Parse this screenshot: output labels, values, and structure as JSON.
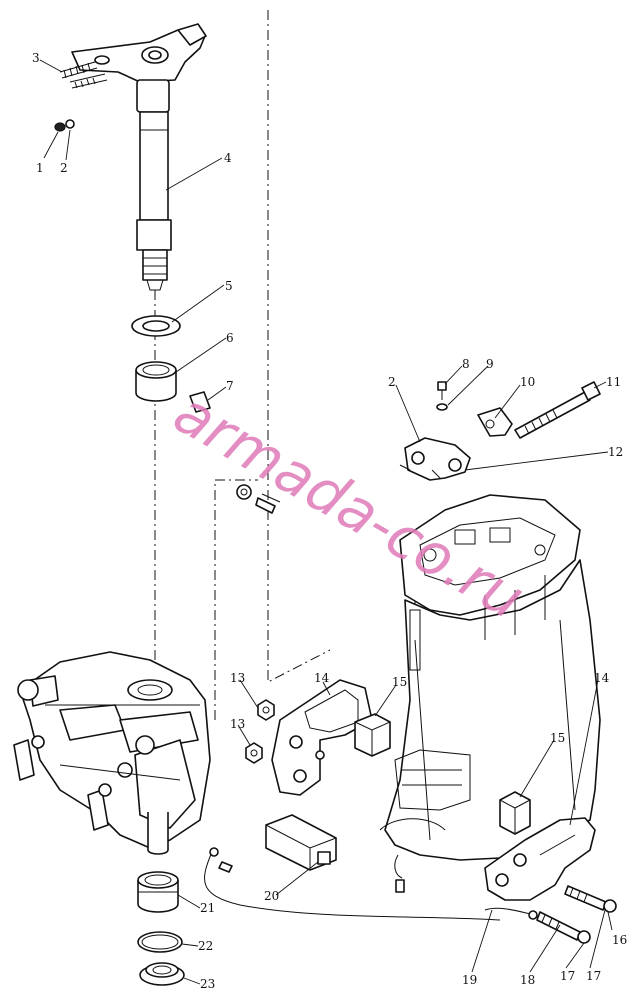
{
  "watermark": "armada-co.ru",
  "callouts": [
    {
      "id": "c1",
      "label": "1"
    },
    {
      "id": "c2a",
      "label": "2"
    },
    {
      "id": "c3",
      "label": "3"
    },
    {
      "id": "c4",
      "label": "4"
    },
    {
      "id": "c5",
      "label": "5"
    },
    {
      "id": "c6",
      "label": "6"
    },
    {
      "id": "c7",
      "label": "7"
    },
    {
      "id": "c2b",
      "label": "2"
    },
    {
      "id": "c8",
      "label": "8"
    },
    {
      "id": "c9",
      "label": "9"
    },
    {
      "id": "c10",
      "label": "10"
    },
    {
      "id": "c11",
      "label": "11"
    },
    {
      "id": "c12",
      "label": "12"
    },
    {
      "id": "c13a",
      "label": "13"
    },
    {
      "id": "c13b",
      "label": "13"
    },
    {
      "id": "c14a",
      "label": "14"
    },
    {
      "id": "c14b",
      "label": "14"
    },
    {
      "id": "c15a",
      "label": "15"
    },
    {
      "id": "c15b",
      "label": "15"
    },
    {
      "id": "c16",
      "label": "16"
    },
    {
      "id": "c17a",
      "label": "17"
    },
    {
      "id": "c17b",
      "label": "17"
    },
    {
      "id": "c18",
      "label": "18"
    },
    {
      "id": "c19",
      "label": "19"
    },
    {
      "id": "c20",
      "label": "20"
    },
    {
      "id": "c21",
      "label": "21"
    },
    {
      "id": "c22",
      "label": "22"
    },
    {
      "id": "c23",
      "label": "23"
    }
  ]
}
